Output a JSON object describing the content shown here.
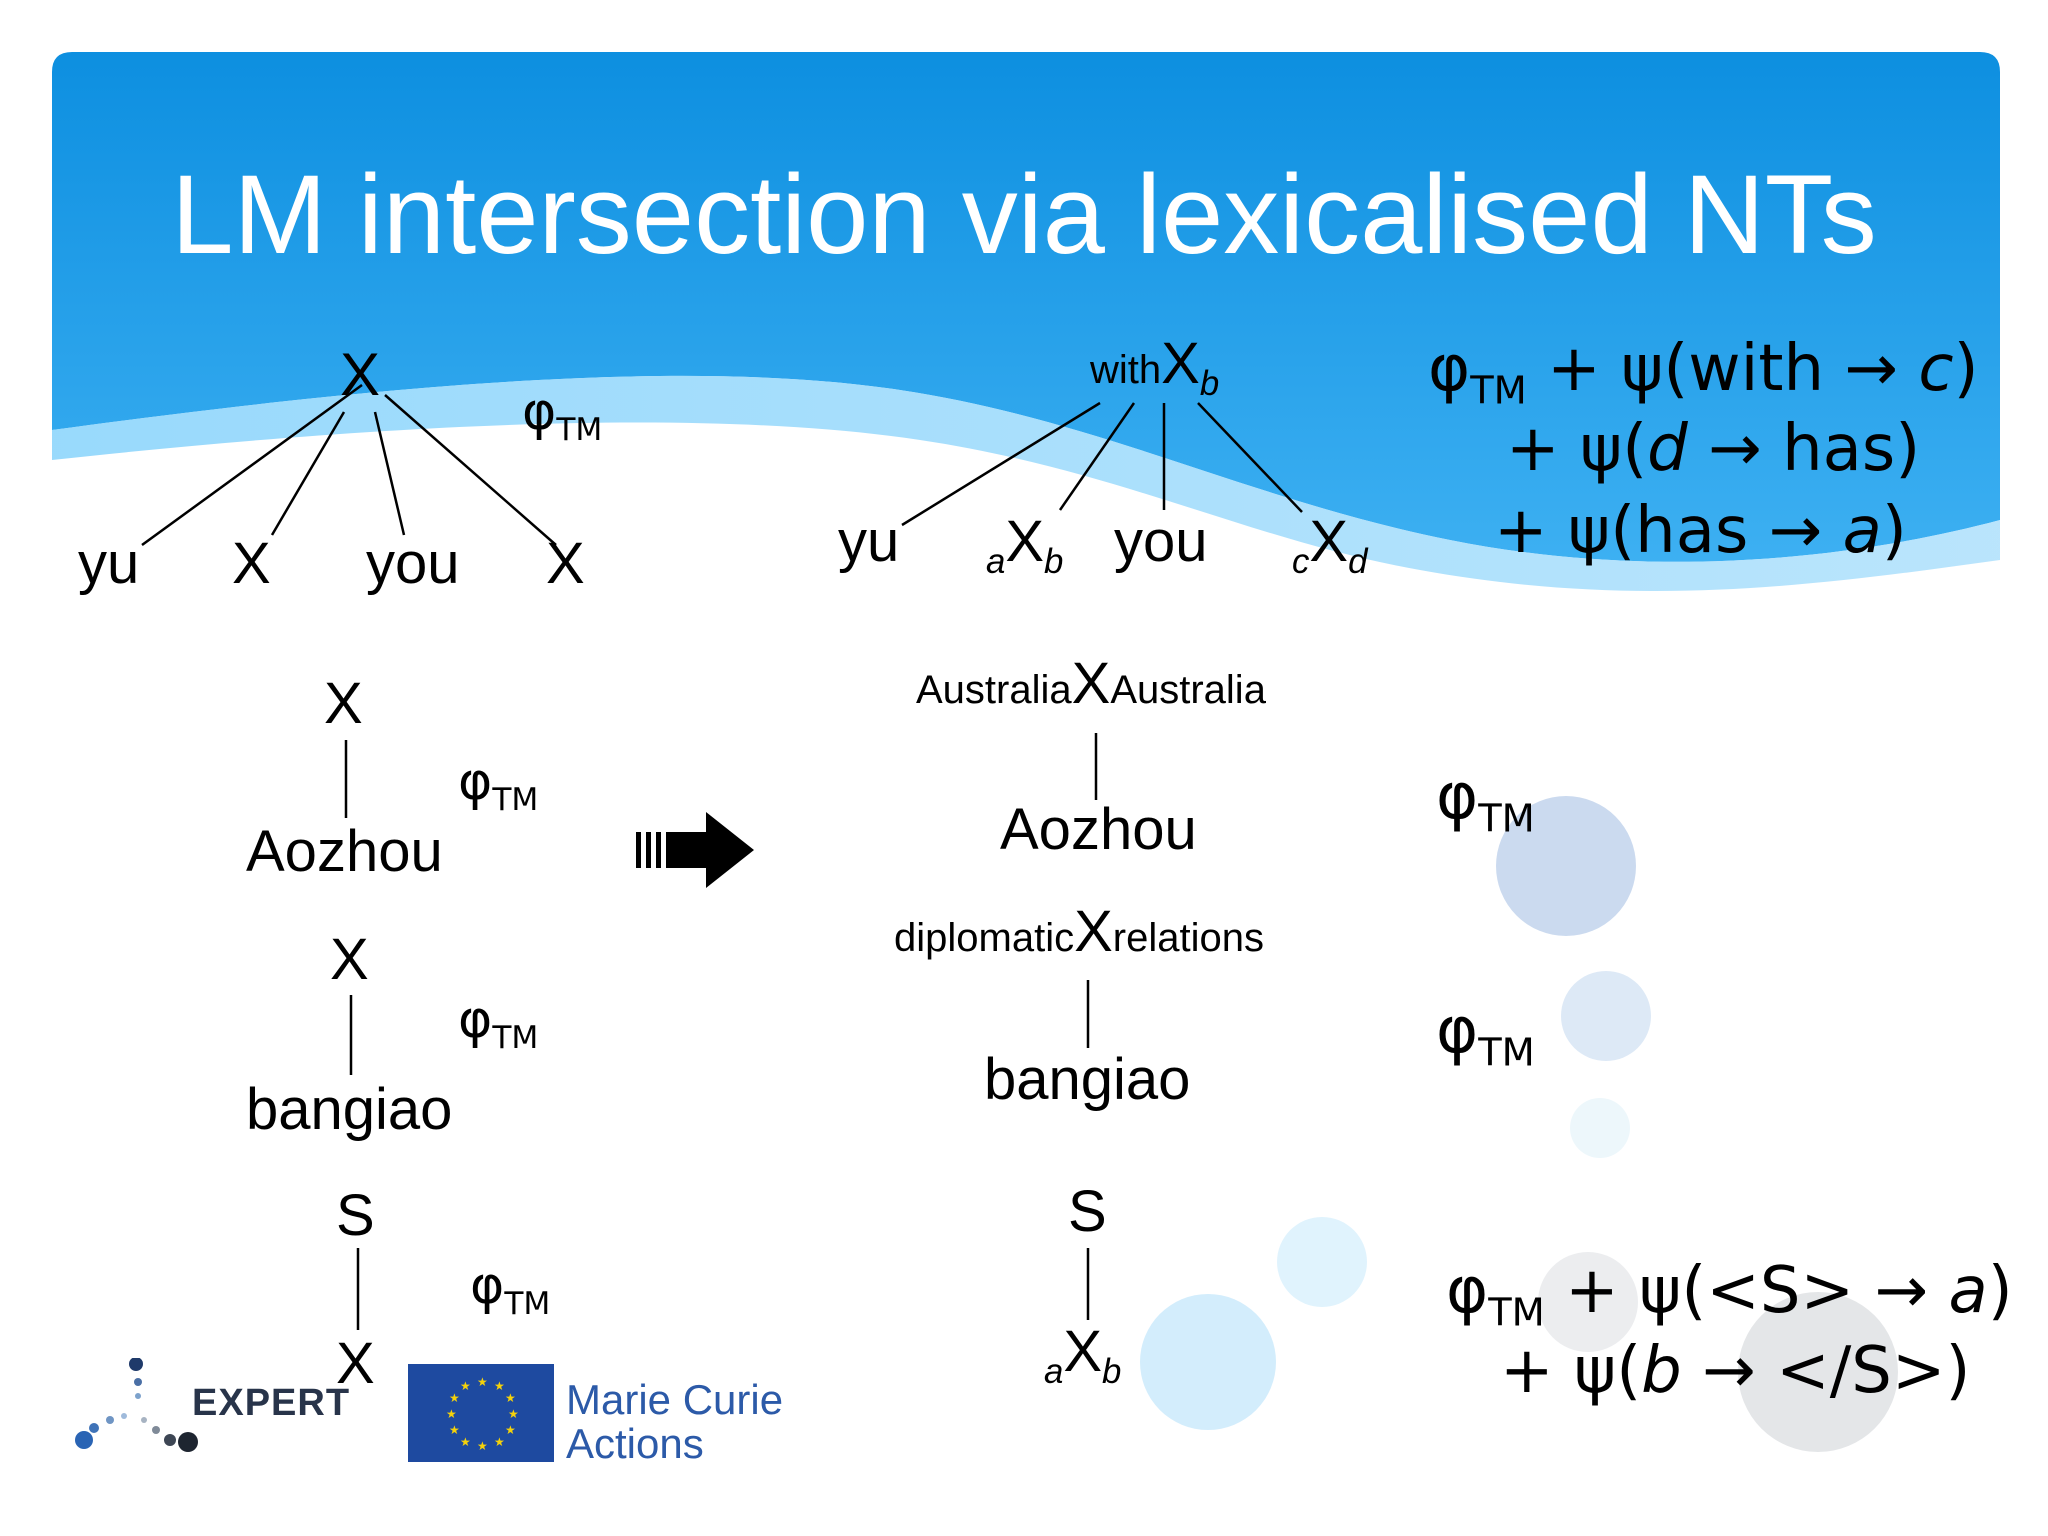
{
  "slide": {
    "title": "LM intersection via lexicalised NTs",
    "colors": {
      "header_blue": "#1190e0",
      "header_light": "#5bc0f8",
      "text": "#000000",
      "title": "#ffffff"
    }
  },
  "symbols": {
    "phi": "φ",
    "tm": "TM",
    "X": "X",
    "S": "S"
  },
  "left": {
    "tree1": {
      "root": "X",
      "leaves": [
        "yu",
        "X",
        "you",
        "X"
      ]
    },
    "tree2": {
      "root": "X",
      "leaf": "Aozhou"
    },
    "tree3": {
      "root": "X",
      "leaf": "bangiao"
    },
    "tree4": {
      "root": "S",
      "leaf": "X"
    }
  },
  "right": {
    "tree1": {
      "root_pre": "with",
      "root": "X",
      "root_sub": "b",
      "leaves": {
        "yu": "yu",
        "x1_pre": "a",
        "x1": "X",
        "x1_sub": "b",
        "you": "you",
        "x2_pre": "c",
        "x2": "X",
        "x2_sub": "d"
      }
    },
    "tree2": {
      "left_lex": "Australia",
      "root": "X",
      "right_lex": "Australia",
      "leaf": "Aozhou"
    },
    "tree3": {
      "left_lex": "diplomatic",
      "root": "X",
      "right_lex": "relations",
      "leaf": "bangiao"
    },
    "tree4": {
      "root": "S",
      "leaf_pre": "a",
      "leaf": "X",
      "leaf_sub": "b"
    }
  },
  "formulas": {
    "f1": {
      "plus": "+",
      "psi": "ψ(",
      "arrow": "→",
      "close": ")",
      "l1_a": "with",
      "l1_b": "c",
      "l2_a": "d",
      "l2_b": "has",
      "l3_a": "has",
      "l3_b": "a"
    },
    "f4": {
      "plus": "+",
      "psi": "ψ(",
      "arrow": "→",
      "close": ")",
      "l1_a": "<S>",
      "l1_b": "a",
      "l2_a": "b",
      "l2_b": "</S>"
    }
  },
  "logos": {
    "expert": "EXPERT",
    "marie_curie_line1": "Marie Curie",
    "marie_curie_line2": "Actions"
  }
}
